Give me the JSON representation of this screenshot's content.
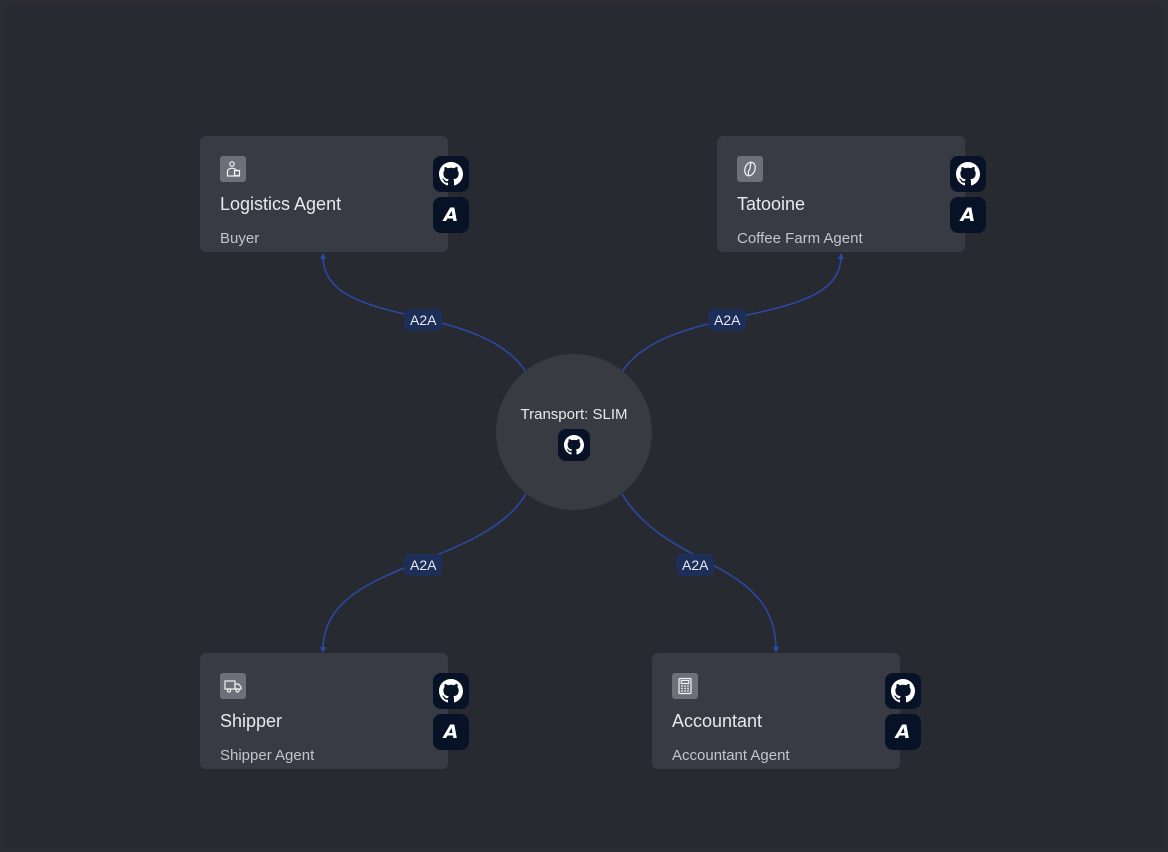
{
  "hub": {
    "label": "Transport: SLIM",
    "icon": "github-icon"
  },
  "nodes": [
    {
      "id": "logistics",
      "title": "Logistics Agent",
      "subtitle": "Buyer",
      "icon": "warehouse-worker-icon"
    },
    {
      "id": "tatooine",
      "title": "Tatooine",
      "subtitle": "Coffee Farm Agent",
      "icon": "coffee-bean-icon"
    },
    {
      "id": "shipper",
      "title": "Shipper",
      "subtitle": "Shipper Agent",
      "icon": "truck-icon"
    },
    {
      "id": "accountant",
      "title": "Accountant",
      "subtitle": "Accountant Agent",
      "icon": "calculator-icon"
    }
  ],
  "edges": [
    {
      "from": "hub",
      "to": "logistics",
      "label": "A2A"
    },
    {
      "from": "hub",
      "to": "tatooine",
      "label": "A2A"
    },
    {
      "from": "hub",
      "to": "shipper",
      "label": "A2A"
    },
    {
      "from": "hub",
      "to": "accountant",
      "label": "A2A"
    }
  ],
  "node_buttons": {
    "github": "github-icon",
    "agent_directory": "agntcy-a-icon"
  },
  "colors": {
    "background": "#272a31",
    "node": "#383b43",
    "edge": "#2b4aa8",
    "edge_label_bg": "#1d2e58",
    "button_bg": "#081226"
  }
}
